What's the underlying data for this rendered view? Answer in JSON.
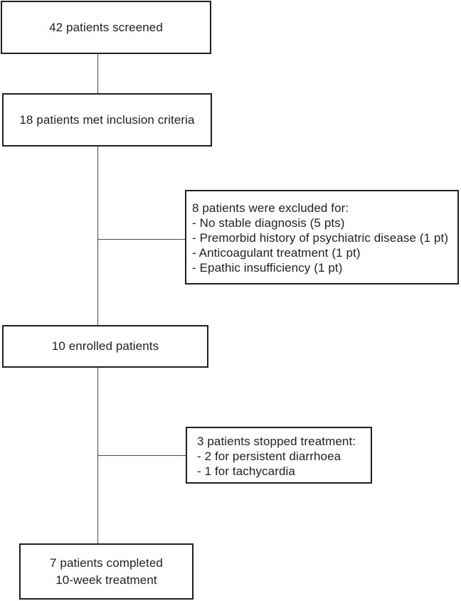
{
  "diagram": {
    "name": "patient-flow-chart",
    "boxes": {
      "screened": {
        "text": "42 patients screened"
      },
      "inclusion": {
        "text": "18 patients met inclusion criteria"
      },
      "excluded": {
        "lines": [
          "8 patients were excluded for:",
          "- No stable diagnosis (5 pts)",
          "- Premorbid history of psychiatric disease (1 pt)",
          "- Anticoagulant treatment (1 pt)",
          "- Epathic insufficiency (1 pt)"
        ]
      },
      "enrolled": {
        "text": "10 enrolled patients"
      },
      "stopped": {
        "lines": [
          "3 patients stopped treatment:",
          "- 2 for persistent diarrhoea",
          "- 1 for tachycardia"
        ]
      },
      "completed": {
        "lines": [
          "7 patients completed",
          "10-week treatment"
        ]
      }
    },
    "colors": {
      "border": "#231f20",
      "text": "#231f20",
      "connector": "#4a4a4a",
      "background": "#ffffff"
    }
  }
}
